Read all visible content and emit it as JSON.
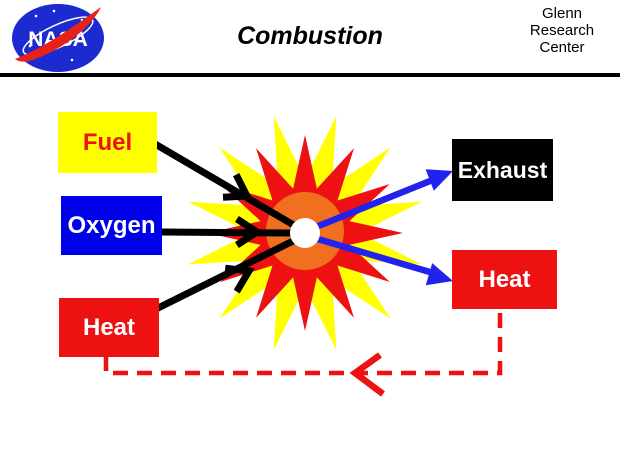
{
  "header": {
    "title": "Combustion",
    "org_lines": [
      "Glenn",
      "Research",
      "Center"
    ],
    "logo_text": "NASA"
  },
  "diagram": {
    "input_boxes": [
      {
        "label": "Fuel"
      },
      {
        "label": "Oxygen"
      },
      {
        "label": "Heat"
      }
    ],
    "output_boxes": [
      {
        "label": "Exhaust"
      },
      {
        "label": "Heat"
      }
    ],
    "flow": {
      "inputs_to": "combustion-explosion",
      "outputs_from": "combustion-explosion",
      "feedback": "heat-output-recycled-to-heat-input"
    }
  },
  "palette": {
    "yellow": "#FFFF00",
    "red": "#EE1111",
    "box_blue": "#0000E8",
    "arrow_blue": "#2222EE",
    "orange": "#F07020",
    "black": "#000000",
    "white": "#FFFFFF",
    "logo_blue": "#1B2BD0",
    "logo_red": "#E82219"
  }
}
